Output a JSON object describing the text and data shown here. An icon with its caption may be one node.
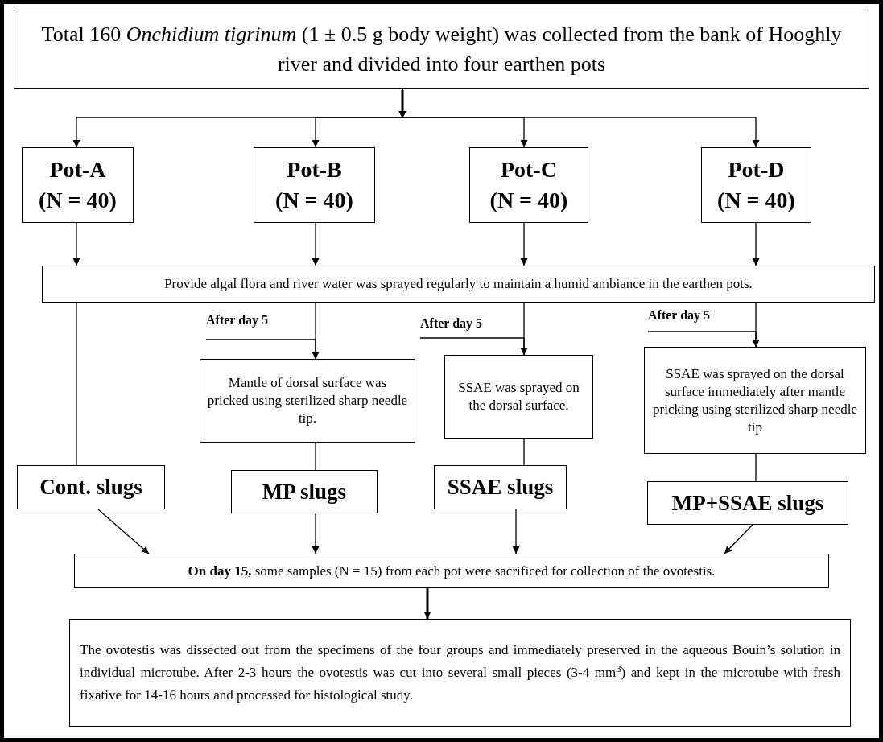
{
  "diagram": {
    "nodes": [
      {
        "text": [
          "Total 160 *Onchidium tigrinum* (1 ± 0.5 g body weight) was collected from the bank of Hooghly river and divided into four earthen pots"
        ]
      },
      {
        "text": [
          "Pot-A",
          "(N = 40)"
        ]
      },
      {
        "text": [
          "Pot-B",
          "(N = 40)"
        ]
      },
      {
        "text": [
          "Pot-C",
          "(N = 40)"
        ]
      },
      {
        "text": [
          "Pot-D",
          "(N = 40)"
        ]
      },
      {
        "text": [
          "Provide algal flora and river water was sprayed regularly to maintain a humid ambiance in the earthen pots."
        ]
      },
      {
        "text": [
          "After day 5"
        ]
      },
      {
        "text": [
          "Mantle of dorsal surface was pricked using sterilized sharp needle tip."
        ]
      },
      {
        "text": [
          "After day 5"
        ]
      },
      {
        "text": [
          "SSAE was sprayed on the dorsal surface."
        ]
      },
      {
        "text": [
          "After day 5"
        ]
      },
      {
        "text": [
          "SSAE was sprayed on the dorsal surface immediately after mantle pricking using sterilized sharp needle tip"
        ]
      },
      {
        "text": [
          "Cont. slugs"
        ]
      },
      {
        "text": [
          "MP slugs"
        ]
      },
      {
        "text": [
          "SSAE slugs"
        ]
      },
      {
        "text": [
          "MP+SSAE slugs"
        ]
      },
      {
        "text": [
          "**On day 15,** some samples (N = 15) from each pot were sacrificed for collection of the ovotestis."
        ]
      },
      {
        "text": [
          "The ovotestis was dissected out from the specimens of the four groups and immediately preserved in the aqueous Bouin’s solution in individual microtube. After 2-3 hours the ovotestis was cut into several small pieces (3-4 mm$^{3}$) and kept in the microtube with fresh fixative for 14-16 hours and processed for histological study."
        ]
      }
    ],
    "edges": [
      {
        "from": 0,
        "to": 1,
        "arrow": "to"
      },
      {
        "from": 0,
        "to": 2,
        "arrow": "to"
      },
      {
        "from": 0,
        "to": 3,
        "arrow": "to"
      },
      {
        "from": 0,
        "to": 4,
        "arrow": "to"
      },
      {
        "from": 1,
        "to": 5,
        "arrow": "to"
      },
      {
        "from": 2,
        "to": 5,
        "arrow": "to"
      },
      {
        "from": 3,
        "to": 5,
        "arrow": "to"
      },
      {
        "from": 4,
        "to": 5,
        "arrow": "to"
      },
      {
        "from": 5,
        "to": 12,
        "arrow": "none"
      },
      {
        "from": 5,
        "to": 7,
        "arrow": "to"
      },
      {
        "from": 5,
        "to": 9,
        "arrow": "to"
      },
      {
        "from": 5,
        "to": 11,
        "arrow": "to"
      },
      {
        "from": 6,
        "to": 7,
        "arrow": "to"
      },
      {
        "from": 8,
        "to": 9,
        "arrow": "to"
      },
      {
        "from": 10,
        "to": 11,
        "arrow": "to"
      },
      {
        "from": 7,
        "to": 13,
        "arrow": "none"
      },
      {
        "from": 9,
        "to": 14,
        "arrow": "none"
      },
      {
        "from": 11,
        "to": 15,
        "arrow": "none"
      },
      {
        "from": 12,
        "to": 16,
        "arrow": "to"
      },
      {
        "from": 13,
        "to": 16,
        "arrow": "to"
      },
      {
        "from": 14,
        "to": 16,
        "arrow": "to"
      },
      {
        "from": 15,
        "to": 16,
        "arrow": "to"
      },
      {
        "from": 16,
        "to": 17,
        "arrow": "to",
        "style": "thick"
      }
    ]
  }
}
